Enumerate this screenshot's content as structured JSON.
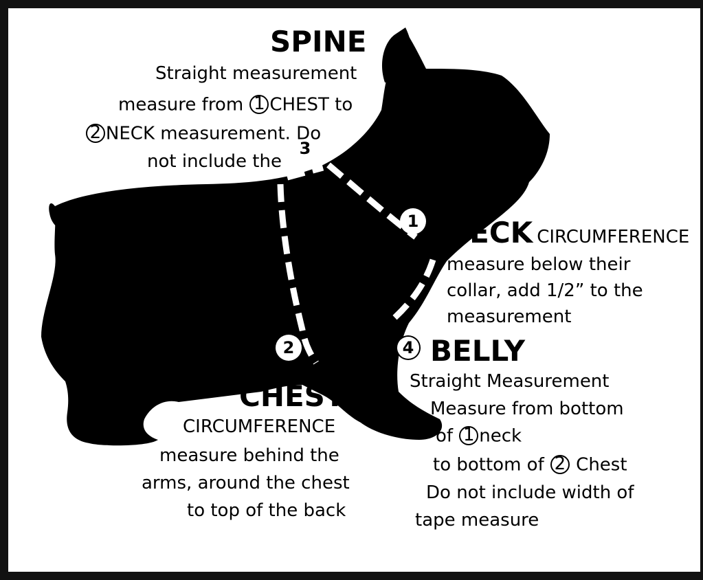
{
  "spine": {
    "title": "SPINE",
    "line1": "Straight measurement",
    "line2_pre": "measure from ",
    "line2_num": "1",
    "line2_post": "CHEST to",
    "line3_num": "2",
    "line3_post": "NECK measurement. Do",
    "line4": "not include the"
  },
  "neck": {
    "title": "NECK",
    "title_suffix": "CIRCUMFERENCE",
    "line1": "measure below their",
    "line2": "collar, add 1/2” to the",
    "line3": "measurement"
  },
  "belly": {
    "title": "BELLY",
    "line1": "Straight Measurement",
    "line2": "Measure from bottom",
    "line3_pre": "of ",
    "line3_num": "1",
    "line3_post": "neck",
    "line4_pre": "to bottom of ",
    "line4_num": "2",
    "line4_post": " Chest",
    "line5": "Do not include width of",
    "line6": "tape measure"
  },
  "chest": {
    "title": "CHEST",
    "line1": "CIRCUMFERENCE",
    "line2": "measure behind the",
    "line3": "arms, around the chest",
    "line4": "to top of the back"
  },
  "badges": {
    "neck": "1",
    "chest": "2",
    "spine": "3",
    "belly": "4"
  },
  "colors": {
    "silhouette": "#000000",
    "tape": "#ffffff",
    "border": "#111111"
  }
}
